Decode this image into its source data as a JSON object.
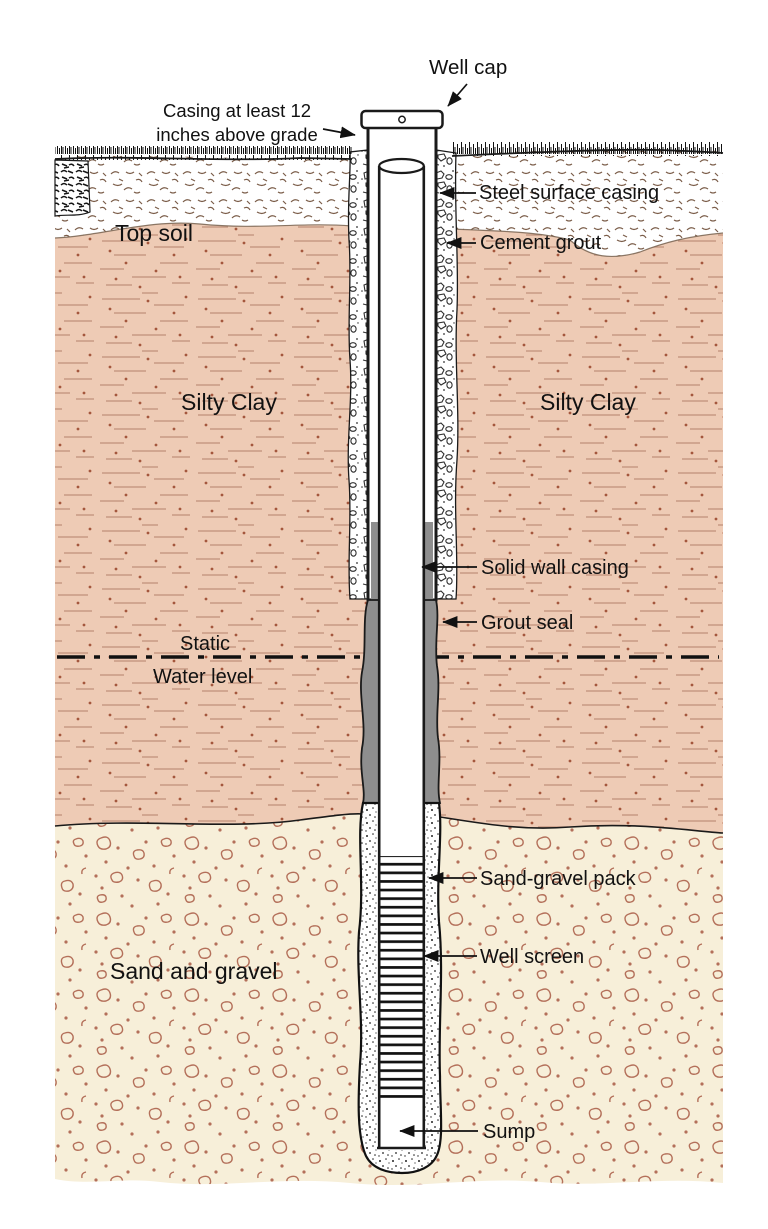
{
  "labels": {
    "well_cap": "Well cap",
    "casing_note_line1": "Casing at least 12",
    "casing_note_line2": "inches above grade",
    "top_soil": "Top soil",
    "steel_surface_casing": "Steel surface casing",
    "cement_grout": "Cement grout",
    "silty_clay_left": "Silty Clay",
    "silty_clay_right": "Silty Clay",
    "solid_wall_casing": "Solid wall casing",
    "grout_seal": "Grout seal",
    "static_line1": "Static",
    "static_line2": "Water level",
    "sand_gravel_pack": "Sand-gravel pack",
    "well_screen": "Well screen",
    "sand_and_gravel": "Sand and gravel",
    "sump": "Sump"
  },
  "colors": {
    "silty_clay": "#eecbb5",
    "clay_line": "#c0907a",
    "clay_dot": "#a4573d",
    "sand_bg": "#f7efd9",
    "pebble": "#b4705a",
    "grout_gray": "#8e8e8e",
    "topsoil_mark": "#7b5d49",
    "outline": "#1a1a1a"
  }
}
